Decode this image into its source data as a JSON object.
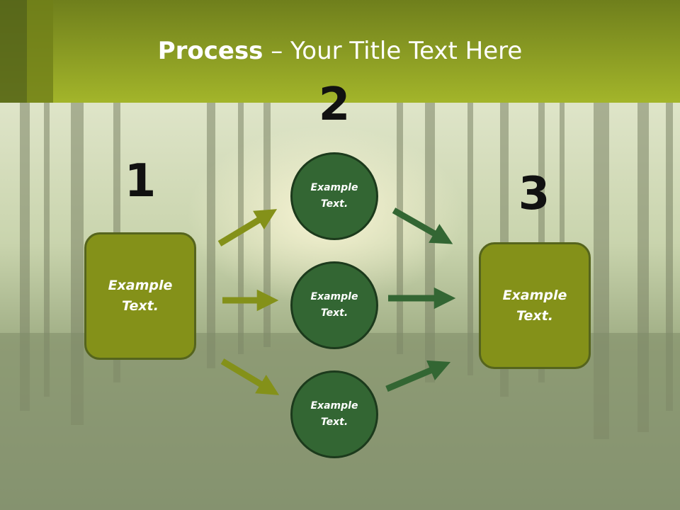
{
  "slide": {
    "title_bold": "Process",
    "title_rest": " – Your Title Text Here"
  },
  "steps": {
    "one": {
      "number": "1",
      "box_text": "Example Text."
    },
    "two": {
      "number": "2",
      "circles": [
        "Example Text.",
        "Example Text.",
        "Example Text."
      ]
    },
    "three": {
      "number": "3",
      "box_text": "Example Text."
    }
  },
  "colors": {
    "header_green": "#9bb02a",
    "box_olive": "#849119",
    "circle_green": "#336633",
    "arrow_olive": "#849119",
    "arrow_green": "#336633"
  }
}
